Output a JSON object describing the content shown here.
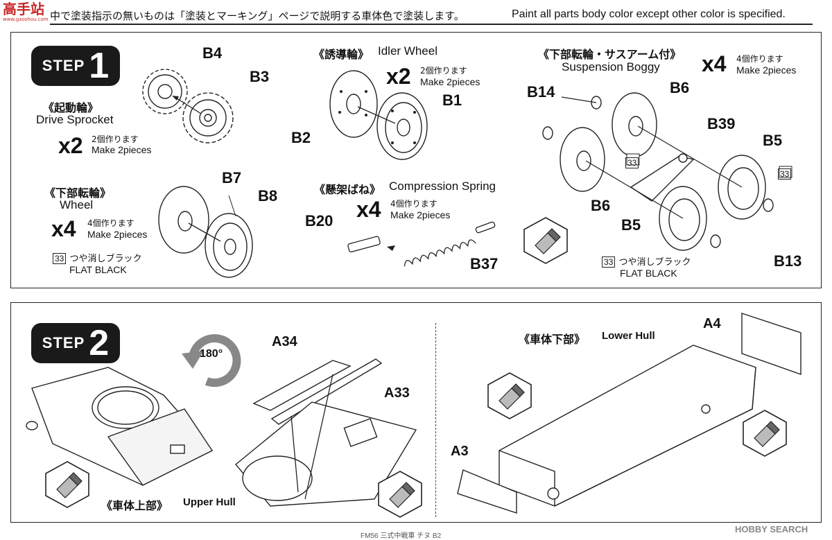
{
  "header": {
    "logo": "高手站",
    "logo_sub": "www.gaoshou.com",
    "notice_jp": "中で塗装指示の無いものは「塗装とマーキング」ページで説明する車体色で塗装します。",
    "notice_en": "Paint all parts body color except other color is specified."
  },
  "step1": {
    "badge_word": "STEP",
    "badge_num": "1",
    "drive_sprocket": {
      "jp": "《起動輪》",
      "en": "Drive Sprocket",
      "mult": "x2",
      "jp_make": "2個作ります",
      "en_make": "Make 2pieces",
      "parts": [
        "B4",
        "B3"
      ]
    },
    "idler": {
      "jp": "《誘導輪》",
      "en": "Idler Wheel",
      "mult": "x2",
      "jp_make": "2個作ります",
      "en_make": "Make 2pieces",
      "parts": [
        "B2",
        "B1"
      ]
    },
    "suspension": {
      "jp": "《下部転輪・サスアーム付》",
      "en": "Suspension Boggy",
      "mult": "x4",
      "jp_make": "4個作ります",
      "en_make": "Make 2pieces",
      "parts": [
        "B14",
        "B6",
        "B39",
        "B5",
        "B6",
        "B5",
        "B13"
      ],
      "paint_num": "33",
      "paint_jp": "つや消しブラック",
      "paint_en": "FLAT BLACK"
    },
    "wheel": {
      "jp": "《下部転輪》",
      "en": "Wheel",
      "mult": "x4",
      "jp_make": "4個作ります",
      "en_make": "Make 2pieces",
      "parts": [
        "B7",
        "B8"
      ],
      "paint_num": "33",
      "paint_jp": "つや消しブラック",
      "paint_en": "FLAT BLACK"
    },
    "spring": {
      "jp": "《懸架ばね》",
      "en": "Compression Spring",
      "mult": "x4",
      "jp_make": "4個作ります",
      "en_make": "Make 2pieces",
      "parts": [
        "B20",
        "B37"
      ]
    }
  },
  "step2": {
    "badge_word": "STEP",
    "badge_num": "2",
    "rotate": "180°",
    "upper_hull": {
      "jp": "《車体上部》",
      "en": "Upper Hull",
      "parts": [
        "A34",
        "A33"
      ]
    },
    "lower_hull": {
      "jp": "《車体下部》",
      "en": "Lower Hull",
      "parts": [
        "A4",
        "A3"
      ]
    }
  },
  "footer": {
    "watermark": "HOBBY SEARCH",
    "page_ref": "FM56 三式中戦車 チヌ B2"
  }
}
